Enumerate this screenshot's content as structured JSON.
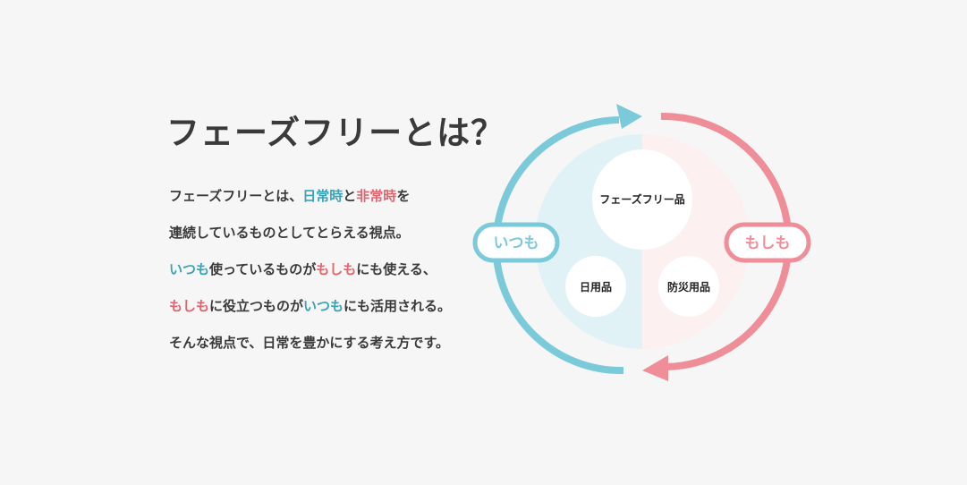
{
  "title": "フェーズフリーとは？",
  "description": {
    "line1": [
      "フェーズフリーとは、",
      "日常時",
      "と",
      "非常時",
      "を"
    ],
    "line2": "連続しているものとしてとらえる視点。",
    "line3": [
      "いつも",
      "使っているものが",
      "もしも",
      "にも使える、"
    ],
    "line4": [
      "もしも",
      "に役立つものが",
      "いつも",
      "にも活用される。"
    ],
    "line5": "そんな視点で、日常を豊かにする考え方です。"
  },
  "diagram": {
    "center_label": "フェーズフリー品",
    "left_small_label": "日用品",
    "right_small_label": "防災用品",
    "left_arrow_label": "いつも",
    "right_arrow_label": "もしも",
    "colors": {
      "blue": "#7bcad9",
      "blue_fill": "#e1f2f6",
      "blue_text": "#3aa3b8",
      "pink": "#ef8d98",
      "pink_fill": "#fcf0f1",
      "pink_text": "#e0656f"
    }
  }
}
